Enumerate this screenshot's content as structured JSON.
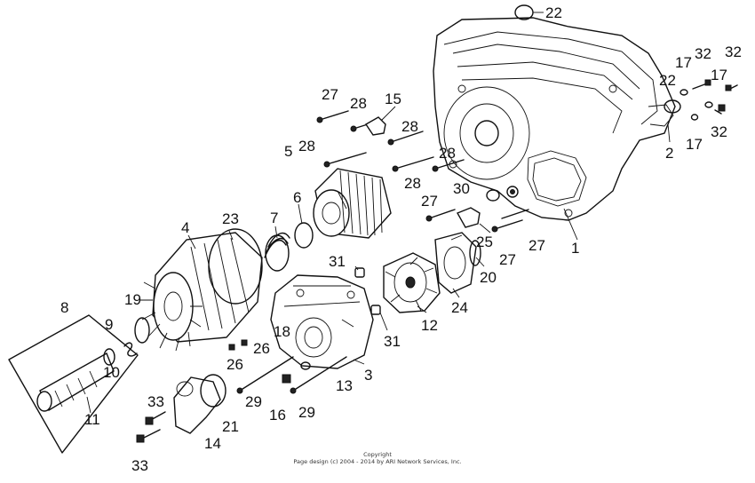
{
  "callouts": [
    {
      "id": "c1",
      "text": "1"
    },
    {
      "id": "c2",
      "text": "2"
    },
    {
      "id": "c3",
      "text": "3"
    },
    {
      "id": "c4",
      "text": "4"
    },
    {
      "id": "c5",
      "text": "5"
    },
    {
      "id": "c6",
      "text": "6"
    },
    {
      "id": "c7",
      "text": "7"
    },
    {
      "id": "c8",
      "text": "8"
    },
    {
      "id": "c9",
      "text": "9"
    },
    {
      "id": "c10",
      "text": "10"
    },
    {
      "id": "c11",
      "text": "11"
    },
    {
      "id": "c12",
      "text": "12"
    },
    {
      "id": "c13",
      "text": "13"
    },
    {
      "id": "c14",
      "text": "14"
    },
    {
      "id": "c15",
      "text": "15"
    },
    {
      "id": "c16",
      "text": "16"
    },
    {
      "id": "c17a",
      "text": "17"
    },
    {
      "id": "c17b",
      "text": "17"
    },
    {
      "id": "c17c",
      "text": "17"
    },
    {
      "id": "c18",
      "text": "18"
    },
    {
      "id": "c19",
      "text": "19"
    },
    {
      "id": "c20",
      "text": "20"
    },
    {
      "id": "c21",
      "text": "21"
    },
    {
      "id": "c22a",
      "text": "22"
    },
    {
      "id": "c22b",
      "text": "22"
    },
    {
      "id": "c23",
      "text": "23"
    },
    {
      "id": "c24",
      "text": "24"
    },
    {
      "id": "c25",
      "text": "25"
    },
    {
      "id": "c26a",
      "text": "26"
    },
    {
      "id": "c26b",
      "text": "26"
    },
    {
      "id": "c27a",
      "text": "27"
    },
    {
      "id": "c27b",
      "text": "27"
    },
    {
      "id": "c27c",
      "text": "27"
    },
    {
      "id": "c27d",
      "text": "27"
    },
    {
      "id": "c28a",
      "text": "28"
    },
    {
      "id": "c28b",
      "text": "28"
    },
    {
      "id": "c28c",
      "text": "28"
    },
    {
      "id": "c28d",
      "text": "28"
    },
    {
      "id": "c28e",
      "text": "28"
    },
    {
      "id": "c29a",
      "text": "29"
    },
    {
      "id": "c29b",
      "text": "29"
    },
    {
      "id": "c30",
      "text": "30"
    },
    {
      "id": "c31a",
      "text": "31"
    },
    {
      "id": "c31b",
      "text": "31"
    },
    {
      "id": "c32a",
      "text": "32"
    },
    {
      "id": "c32b",
      "text": "32"
    },
    {
      "id": "c32c",
      "text": "32"
    },
    {
      "id": "c33a",
      "text": "33"
    },
    {
      "id": "c33b",
      "text": "33"
    }
  ],
  "copyright": {
    "line1": "Copyright",
    "line2": "Page design (c) 2004 - 2014 by ARI Network Services, Inc."
  }
}
